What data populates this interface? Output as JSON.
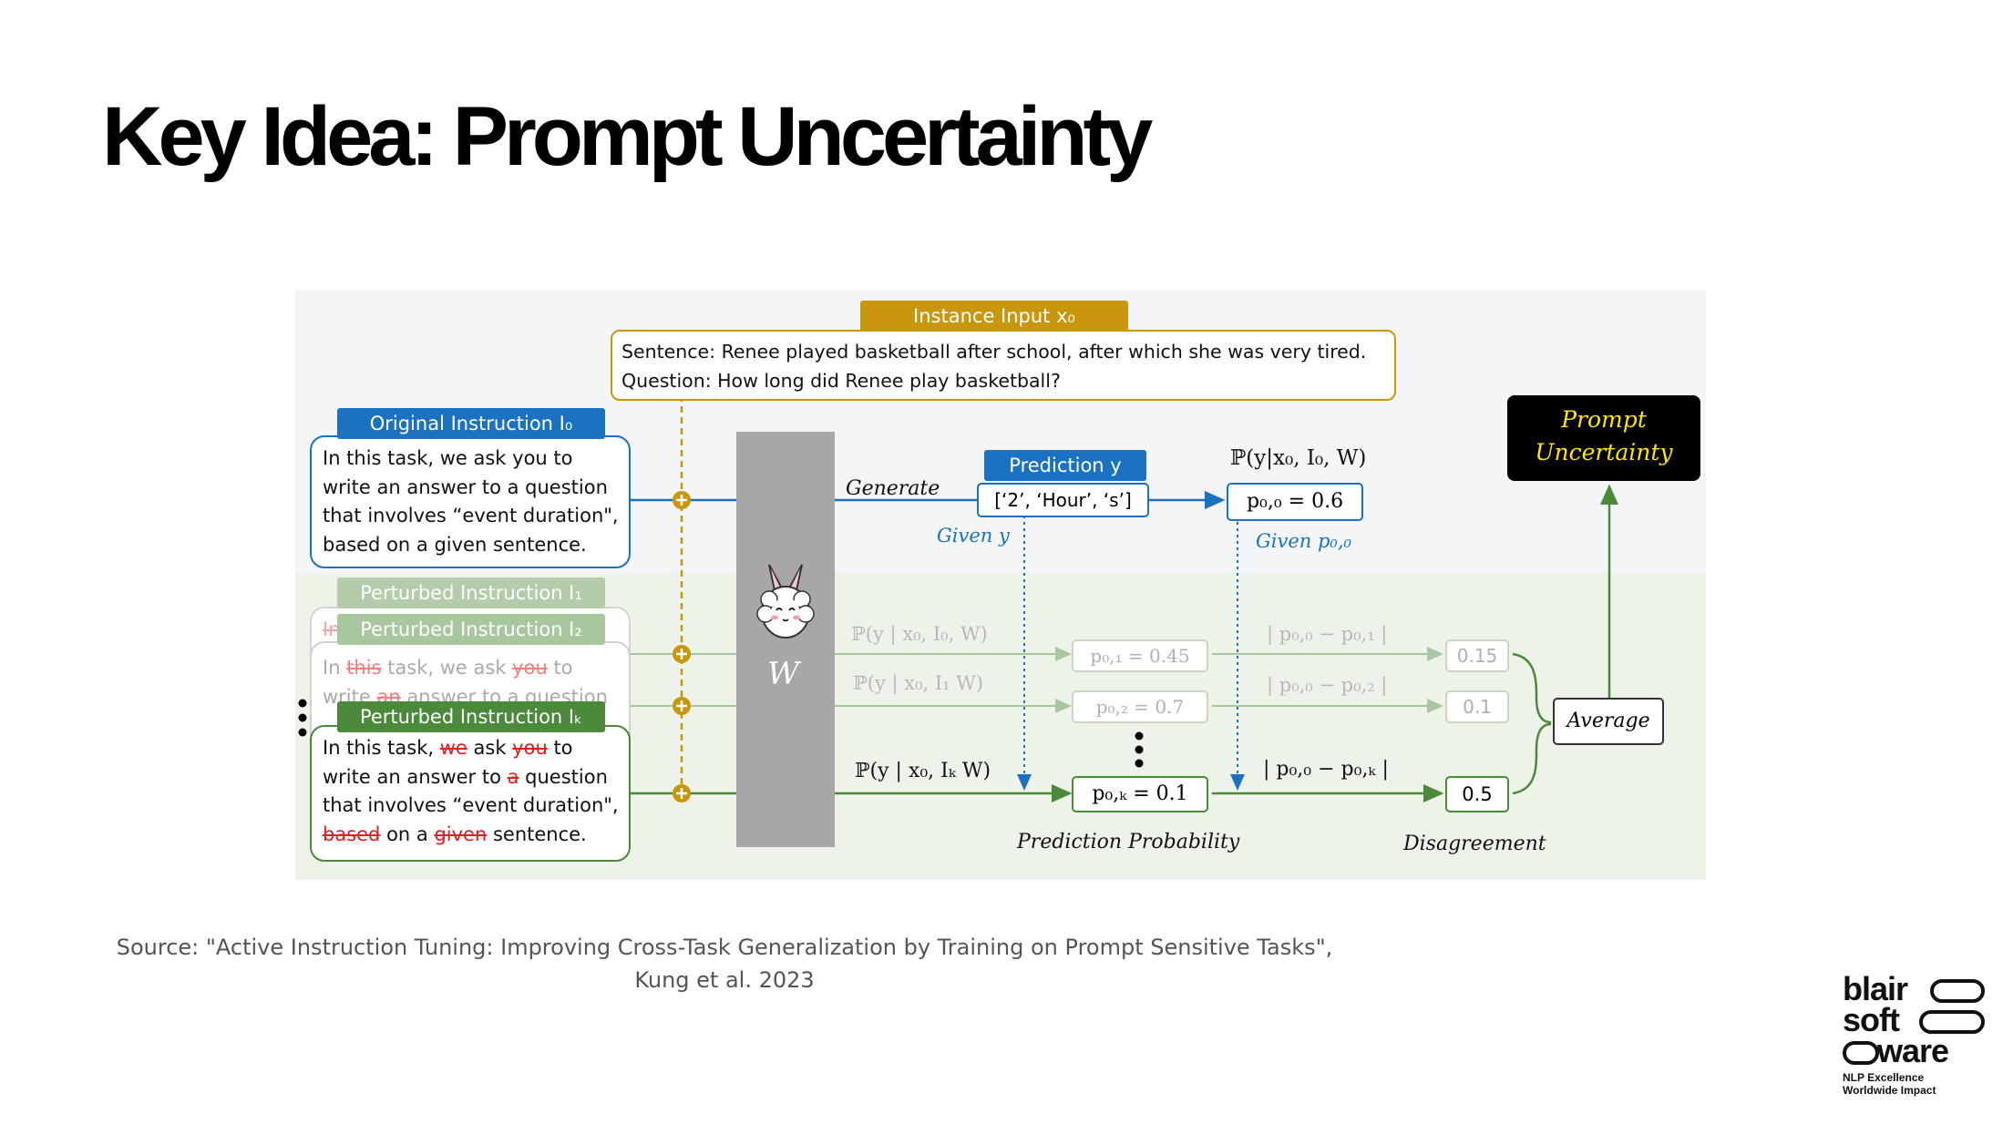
{
  "slide": {
    "title": "Key Idea: Prompt Uncertainty"
  },
  "figure": {
    "instance_input": {
      "tag": "Instance Input x₀",
      "lines": [
        "Sentence: Renee played basketball after school, after which she was very tired.",
        "Question: How long did Renee play basketball?"
      ]
    },
    "original_instruction": {
      "tag": "Original Instruction I₀",
      "lines": [
        "In this task, we ask you to",
        "write an answer to a question",
        "that involves “event duration\",",
        "based on a given sentence."
      ]
    },
    "perturbed_1": {
      "tag": "Perturbed Instruction I₁",
      "lines": [
        "In"
      ]
    },
    "perturbed_2": {
      "tag": "Perturbed Instruction I₂",
      "line1": {
        "a": "In ",
        "s1": "this",
        "b": " task, we ask ",
        "s2": "you",
        "c": " to"
      },
      "line2": {
        "a": "write ",
        "s1": "an",
        "b": " answer to a question"
      }
    },
    "perturbed_k": {
      "tag": "Perturbed Instruction Iₖ",
      "line1": {
        "a": "In this task, ",
        "s1": "we",
        "b": " ask ",
        "s2": "you",
        "c": " to"
      },
      "line2": {
        "a": "write an answer to ",
        "s1": "a",
        "b": " question"
      },
      "line3": "that involves “event duration\",",
      "line4": {
        "s1": "based",
        "a": " on a ",
        "s2": "given",
        "b": " sentence."
      }
    },
    "model_label": "W",
    "generate_label": "Generate",
    "prediction": {
      "tag": "Prediction y",
      "value": "[‘2’, ‘Hour’, ‘s’]"
    },
    "prob_main": {
      "label": "ℙ(y|x₀, I₀, W)",
      "value": "p₀,₀  = 0.6"
    },
    "given_y": "Given y",
    "given_p": "Given p₀,₀",
    "rows": [
      {
        "prob_label": "ℙ(y | x₀, I₀, W)",
        "p_value": "p₀,₁  = 0.45",
        "diff_label": "| p₀,₀ − p₀,₁ |",
        "disagreement": "0.15"
      },
      {
        "prob_label": "ℙ(y | x₀, I₁ W)",
        "p_value": "p₀,₂  = 0.7",
        "diff_label": "| p₀,₀ − p₀,₂ |",
        "disagreement": "0.1"
      },
      {
        "prob_label": "ℙ(y | x₀, Iₖ W)",
        "p_value": "p₀,ₖ  = 0.1",
        "diff_label": "| p₀,₀ − p₀,ₖ |",
        "disagreement": "0.5"
      }
    ],
    "average_label": "Average",
    "uncertainty_label": {
      "line1": "Prompt",
      "line2": "Uncertainty"
    },
    "prediction_probability_label": "Prediction Probability",
    "disagreement_label": "Disagreement",
    "colors": {
      "gold": "#c9960c",
      "blue": "#1a72c0",
      "green": "#4a8a3a",
      "light_green": "#a9c79f",
      "black": "#000000",
      "yellow_text": "#ffe600"
    }
  },
  "source": {
    "line1": "Source: \"Active Instruction Tuning: Improving Cross-Task Generalization by Training on Prompt Sensitive Tasks\",",
    "line2": "Kung et al. 2023"
  },
  "logo": {
    "words": [
      "blair",
      "soft",
      "ware"
    ],
    "tagline1": "NLP Excellence",
    "tagline2": "Worldwide Impact"
  }
}
